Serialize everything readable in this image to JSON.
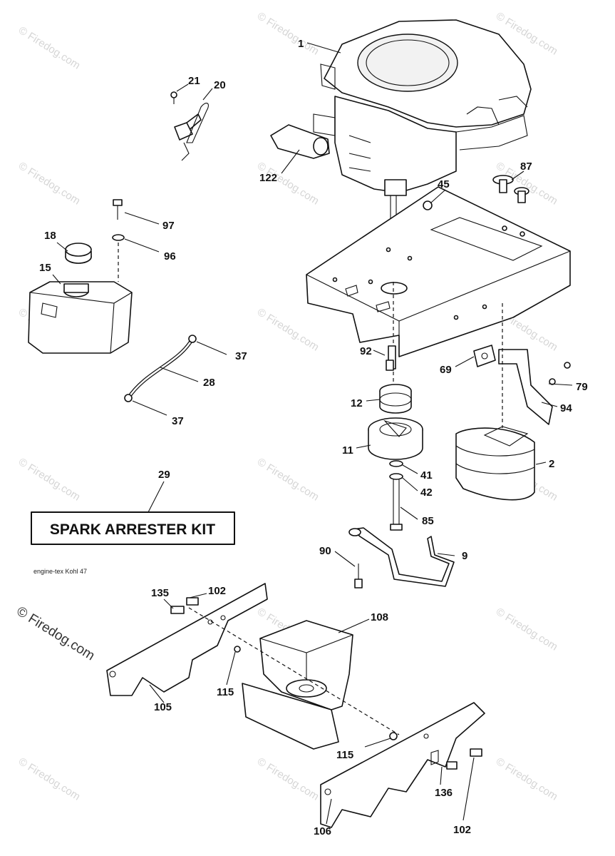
{
  "diagram": {
    "kit_label": "SPARK ARRESTER KIT",
    "engine_note": "engine-tex Kohl 47",
    "watermark": "© Firedog.com",
    "callouts": {
      "c1": "1",
      "c20": "20",
      "c21": "21",
      "c122": "122",
      "c87": "87",
      "c45": "45",
      "c97": "97",
      "c18": "18",
      "c96": "96",
      "c15": "15",
      "c37a": "37",
      "c28": "28",
      "c37b": "37",
      "c92": "92",
      "c69": "69",
      "c79": "79",
      "c12": "12",
      "c94": "94",
      "c11": "11",
      "c2": "2",
      "c41": "41",
      "c42": "42",
      "c29": "29",
      "c85": "85",
      "c90": "90",
      "c9": "9",
      "c135": "135",
      "c102a": "102",
      "c108": "108",
      "c115a": "115",
      "c105": "105",
      "c115b": "115",
      "c136": "136",
      "c106": "106",
      "c102b": "102"
    }
  }
}
